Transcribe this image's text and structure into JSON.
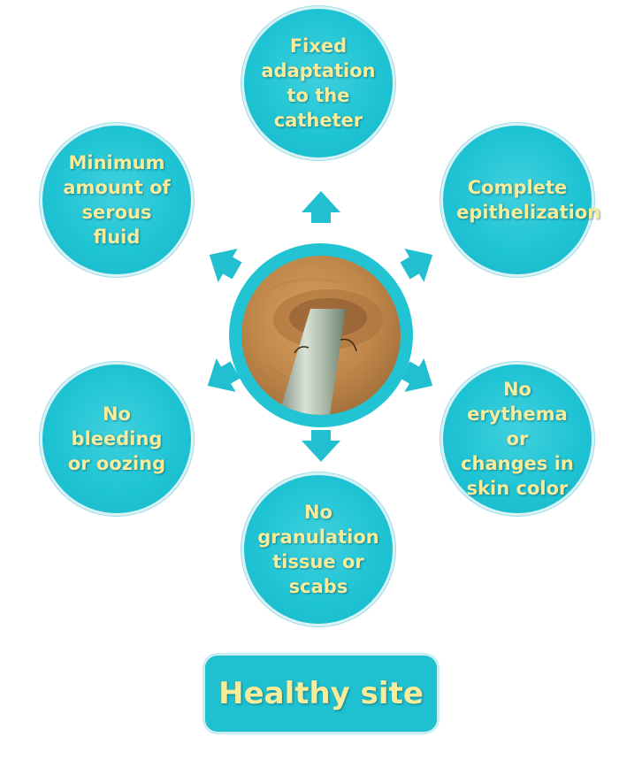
{
  "colors": {
    "bubble": "#1fc4d4",
    "text": "#f7ec9a",
    "arrow": "#22bfd0"
  },
  "center": {
    "image": "catheter insertion site photo"
  },
  "nodes": [
    {
      "text": "Fixed\nadaptation\nto the\ncatheter"
    },
    {
      "text": "Complete\nepithelization"
    },
    {
      "text": "No\nerythema or\nchanges in\nskin color"
    },
    {
      "text": "No\ngranulation\ntissue or\nscabs"
    },
    {
      "text": "No bleeding\nor oozing"
    },
    {
      "text": "Minimum\namount of\nserous fluid"
    }
  ],
  "footer": {
    "title": "Healthy site"
  }
}
